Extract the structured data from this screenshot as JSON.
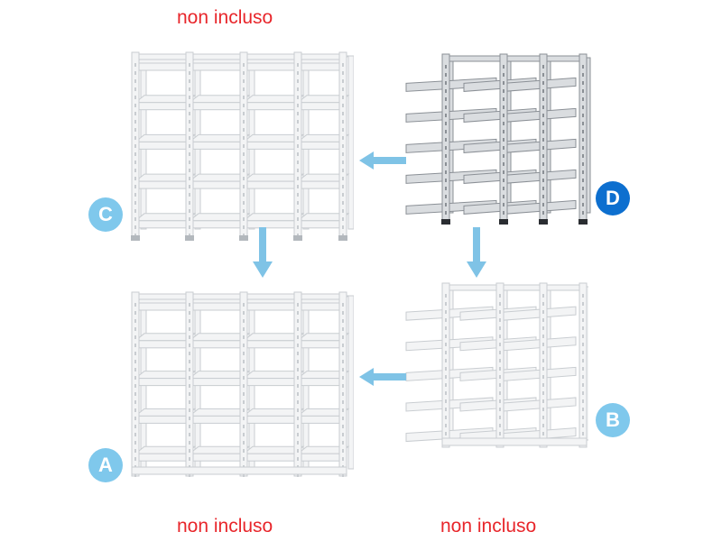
{
  "captions": {
    "top": "non incluso",
    "bottom_left": "non incluso",
    "bottom_right": "non incluso"
  },
  "labels": {
    "a": "A",
    "b": "B",
    "c": "C",
    "d": "D"
  },
  "colors": {
    "caption_text": "#e8262b",
    "badge_light_blue": "#7fc8ec",
    "badge_dark_blue": "#0d6fcf",
    "arrow": "#7fc3e6",
    "shelf_white_fill": "#f3f4f5",
    "shelf_white_stroke": "#c9cdd1",
    "shelf_gray_fill": "#dadde0",
    "shelf_gray_stroke": "#8b9096"
  },
  "icons": {
    "arrow_left": "arrow-left-icon",
    "arrow_down": "arrow-down-icon"
  }
}
